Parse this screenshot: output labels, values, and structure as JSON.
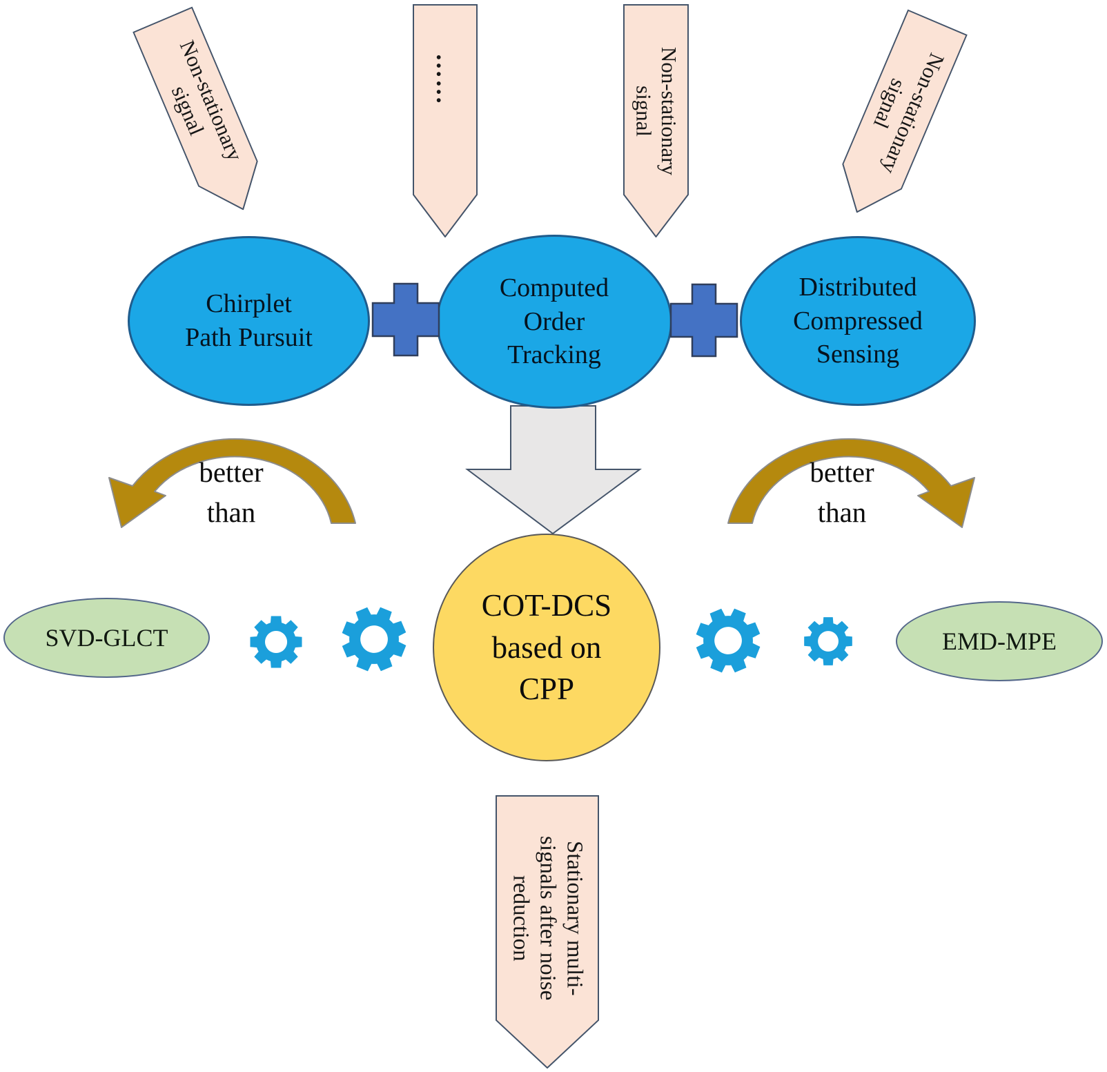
{
  "banners": {
    "left": {
      "label": "Non-stationary\nsignal"
    },
    "dots": {
      "label": "……"
    },
    "middle": {
      "label": "Non-stationary\nsignal"
    },
    "right": {
      "label": "Non-stationary\nsignal"
    },
    "bottom": {
      "label": "Stationary multi-\nsignals after noise\nreduction"
    }
  },
  "processes": {
    "cpp": {
      "label": "Chirplet\nPath Pursuit"
    },
    "cot": {
      "label": "Computed\nOrder\nTracking"
    },
    "dcs": {
      "label": "Distributed\nCompressed\nSensing"
    }
  },
  "result": {
    "label": "COT-DCS\nbased on\nCPP"
  },
  "comparisons": {
    "left": {
      "label": "better\nthan"
    },
    "right": {
      "label": "better\nthan"
    }
  },
  "methods": {
    "left": {
      "label": "SVD-GLCT"
    },
    "right": {
      "label": "EMD-MPE"
    }
  },
  "colors": {
    "banner_peach": "#FBE3D6",
    "banner_border": "#44546A",
    "process_blue": "#1BA7E6",
    "process_border": "#1F5C8D",
    "plus_blue": "#4472C4",
    "gray_arrow": "#E8E7E7",
    "gold_arrow": "#B5890E",
    "result_yellow": "#FDD962",
    "method_green": "#C6E0B4",
    "gear_blue": "#1B9FDB"
  }
}
